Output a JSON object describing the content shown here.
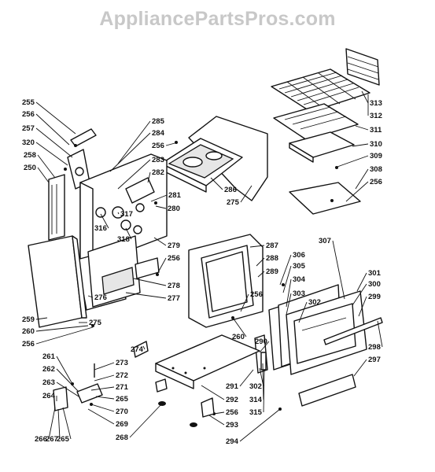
{
  "watermark": "AppliancePartsPros.com",
  "callouts": [
    "255",
    "256",
    "257",
    "320",
    "258",
    "250",
    "285",
    "284",
    "256",
    "283",
    "282",
    "281",
    "280",
    "316",
    "317",
    "318",
    "279",
    "256",
    "278",
    "277",
    "276",
    "259",
    "260",
    "275",
    "256",
    "286",
    "275",
    "313",
    "312",
    "311",
    "310",
    "309",
    "308",
    "256",
    "287",
    "288",
    "289",
    "256",
    "306",
    "305",
    "304",
    "303",
    "307",
    "301",
    "300",
    "299",
    "302",
    "298",
    "297",
    "260",
    "290",
    "274",
    "273",
    "272",
    "271",
    "261",
    "262",
    "263",
    "264",
    "265",
    "266",
    "267",
    "265",
    "270",
    "269",
    "268",
    "291",
    "292",
    "302",
    "314",
    "315",
    "256",
    "293",
    "294"
  ]
}
